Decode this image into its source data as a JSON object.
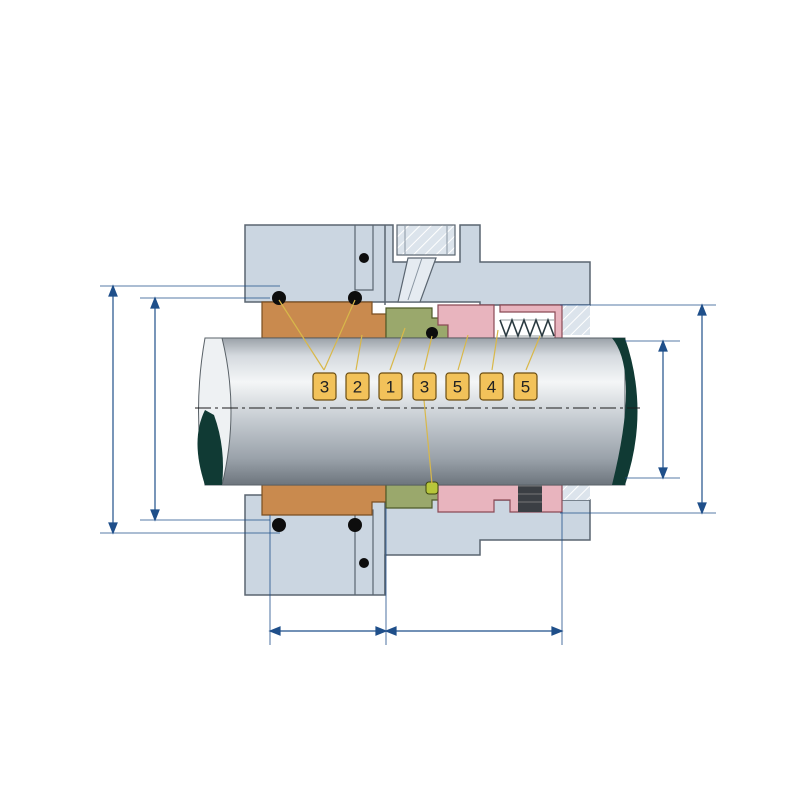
{
  "diagram": {
    "part_labels": [
      "3",
      "2",
      "1",
      "3",
      "5",
      "4",
      "5"
    ],
    "colors": {
      "housing": "#cbd6e1",
      "housing_stroke": "#5a6570",
      "shaft_light": "#eef1f3",
      "shaft_dark": "#7f8790",
      "shaft_end": "#103a34",
      "stationary_seat": "#c98a4e",
      "rotating_face": "#9aa86c",
      "spring_holder": "#e8b4be",
      "spring": "#2a3a40",
      "oring": "#0d0d0d",
      "badge_fill": "#f2c25a",
      "badge_stroke": "#6b4d10",
      "leader": "#d8b84a",
      "dimension": "#1f4f8a",
      "centerline": "#1c1c1c"
    }
  }
}
